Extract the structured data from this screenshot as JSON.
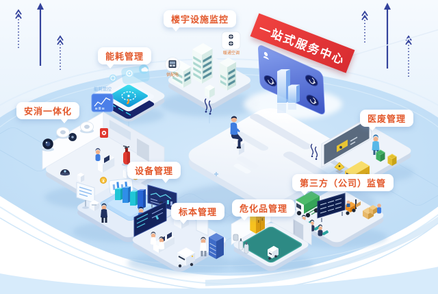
{
  "banner": {
    "text": "一站式服务中心"
  },
  "modules": {
    "building": {
      "label": "楼宇设施监控",
      "hvac_tag": "暖通空调",
      "power_tag": "供配电"
    },
    "energy": {
      "label": "能耗管理",
      "card_tag": "能耗管控"
    },
    "security": {
      "label": "安消一体化"
    },
    "equipment": {
      "label": "设备管理"
    },
    "specimen": {
      "label": "标本管理"
    },
    "hazmat": {
      "label": "危化品管理"
    },
    "thirdparty": {
      "label": "第三方（公司）监管"
    },
    "medwaste": {
      "label": "医废管理"
    }
  },
  "colors": {
    "banner_red": "#e63a3e",
    "label_orange": "#e2572a",
    "screen_blue": "#4358c8",
    "floor_blue": "#bedcf5"
  }
}
